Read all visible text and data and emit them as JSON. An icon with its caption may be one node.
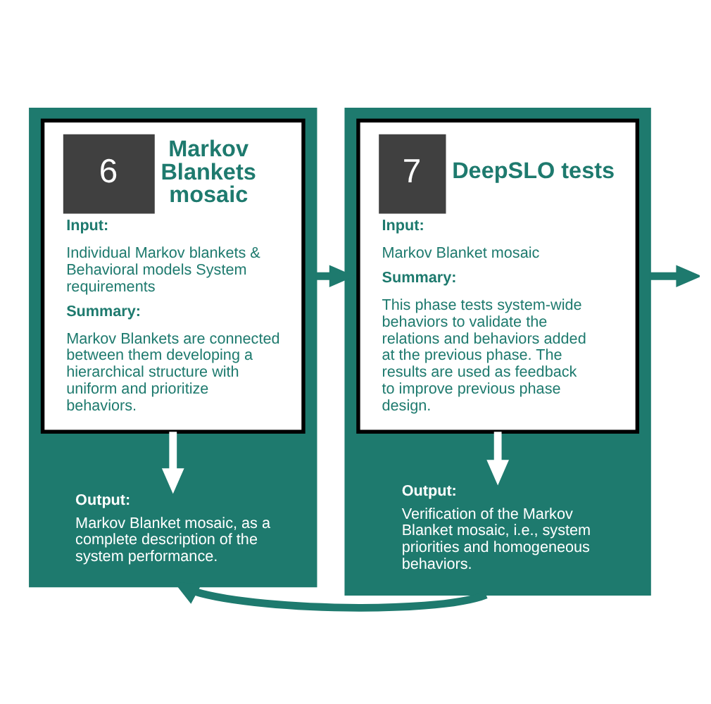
{
  "diagram": {
    "nodes": [
      {
        "text": [],
        "shape": "box"
      },
      {
        "text": [
          "6",
          "Markov Blankets mosaic",
          "Input:",
          "Individual Markov blankets & Behavioral models System requirements",
          "Summary:",
          "Markov Blankets are connected between them developing a hierarchical structure with uniform and prioritize behaviors."
        ],
        "in": 0
      },
      {
        "text": [
          "Output:",
          "Markov Blanket mosaic, as a complete description of the system performance."
        ],
        "in": 0
      },
      {
        "text": [],
        "shape": "box"
      },
      {
        "text": [
          "7",
          "DeepSLO tests",
          "Input:",
          "Markov Blanket mosaic",
          "Summary:",
          "This phase tests system-wide behaviors to validate the relations and behaviors added at the previous phase. The results are used as feedback to improve previous phase design."
        ],
        "in": 3
      },
      {
        "text": [
          "Output:",
          "Verification of the Markov Blanket mosaic, i.e., system priorities and homogeneous behaviors."
        ],
        "in": 3
      }
    ],
    "edges": [
      {
        "from": 0,
        "to": 3,
        "arrow": "to"
      },
      {
        "from": 3,
        "to": null,
        "arrow": "to"
      },
      {
        "from": 1,
        "to": 2,
        "arrow": "to",
        "color": "#ffffff"
      },
      {
        "from": 4,
        "to": 5,
        "arrow": "to",
        "color": "#ffffff"
      },
      {
        "from": 3,
        "to": 0,
        "arrow": "to"
      }
    ]
  }
}
